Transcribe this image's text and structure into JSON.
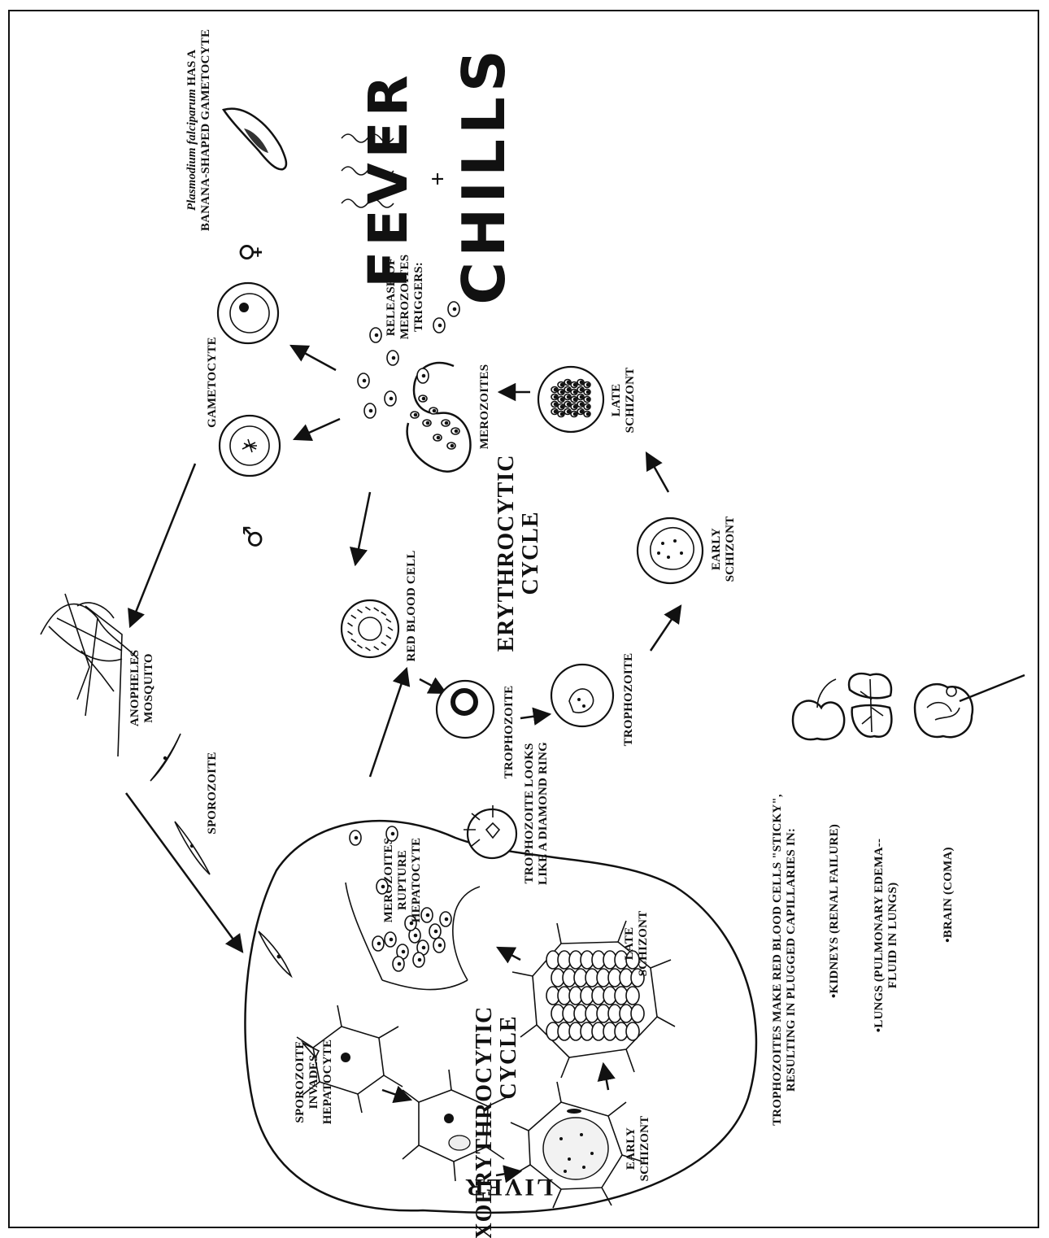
{
  "labels": {
    "liver": "LIVER",
    "exo_cycle_line1": "EXOERYTHROCYTIC",
    "exo_cycle_line2": "CYCLE",
    "ery_cycle_line1": "ERYTHROCYTIC",
    "ery_cycle_line2": "CYCLE",
    "sporozoite_invades_1": "SPOROZOITE",
    "sporozoite_invades_2": "INVADES",
    "sporozoite_invades_3": "HEPATOCYTE",
    "exo_early_schizont_1": "EARLY",
    "exo_early_schizont_2": "SCHIZONT",
    "exo_late_schizont_1": "LATE",
    "exo_late_schizont_2": "SCHIZONT",
    "merozoites_rupture_1": "MEROZOITES",
    "merozoites_rupture_2": "RUPTURE",
    "merozoites_rupture_3": "HEPATOCYTE",
    "sporozoite": "SPOROZOITE",
    "anopheles_1": "ANOPHELES",
    "anopheles_2": "MOSQUITO",
    "ring_note_1": "TROPHOZOITE LOOKS",
    "ring_note_2": "LIKE A DIAMOND RING",
    "red_blood_cell": "RED BLOOD CELL",
    "trophozoite_a": "TROPHOZOITE",
    "trophozoite_b": "TROPHOZOITE",
    "ery_early_schizont_1": "EARLY",
    "ery_early_schizont_2": "SCHIZONT",
    "ery_late_schizont_1": "LATE",
    "ery_late_schizont_2": "SCHIZONT",
    "merozoites": "MEROZOITES",
    "release_1": "RELEASE OF",
    "release_2": "MEROZOITES",
    "release_3": "TRIGGERS:",
    "gametocyte": "GAMETOCYTE",
    "male_symbol": "♂",
    "female_symbol": "♀",
    "falciparum_italic": "Plasmodium falciparum",
    "falciparum_rest": " HAS A",
    "falciparum_2": "BANANA-SHAPED GAMETOCYTE",
    "fever": "FEVER",
    "plus": "+",
    "chills": "CHILLS",
    "sticky_1": "TROPHOZOITES MAKE RED BLOOD CELLS \"STICKY\",",
    "sticky_2": "RESULTING IN PLUGGED CAPILLARIES IN:",
    "kidneys": "•KIDNEYS (RENAL FAILURE)",
    "lungs_1": "•LUNGS (PULMONARY EDEMA--",
    "lungs_2": "FLUID IN LUNGS)",
    "brain": "•BRAIN (COMA)"
  },
  "icons": [
    "mosquito-icon",
    "sporozoite-icon",
    "hepatocyte-icon",
    "red-blood-cell-icon",
    "trophozoite-ring-icon",
    "schizont-icon",
    "merozoite-icon",
    "gametocyte-icon",
    "banana-gametocyte-icon",
    "diamond-ring-icon",
    "kidney-icon",
    "lungs-icon",
    "brain-icon",
    "fever-waves-icon"
  ]
}
